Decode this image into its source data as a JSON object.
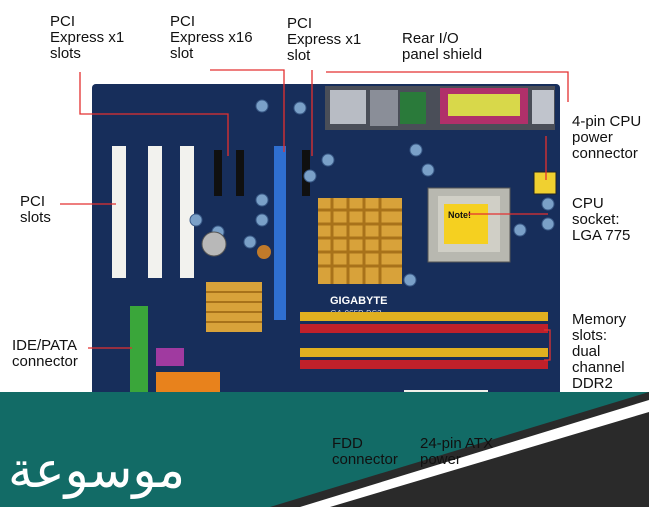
{
  "labels": {
    "pci_x1_left": "PCI\nExpress x1\nslots",
    "pci_x16": "PCI\nExpress x16\nslot",
    "pci_x1_right": "PCI\nExpress x1\nslot",
    "rear_io": "Rear I/O\npanel shield",
    "cpu_power": "4-pin CPU\npower\nconnector",
    "pci_slots": "PCI\nslots",
    "cpu_socket": "CPU\nsocket:\nLGA 775",
    "ide_pata": "IDE/PATA\nconnector",
    "memory": "Memory\nslots:\ndual\nchannel\nDDR2",
    "fdd": "FDD\nconnector",
    "atx": "24-pin ATX\npower"
  },
  "board_text": {
    "brand": "GIGABYTE",
    "model": "GA-965P-DS3",
    "note": "Note!"
  },
  "watermark": {
    "text": "موسوعة"
  },
  "colors": {
    "board": "#1c3566",
    "heatsink": "#d8a23a",
    "dimm_red": "#c0202a",
    "dimm_yellow": "#e0b020",
    "pci_white": "#f2f2ee",
    "pcie_blue": "#2f6fd0",
    "teal_band": "#126b66",
    "dark_band": "#2a2a2a"
  }
}
